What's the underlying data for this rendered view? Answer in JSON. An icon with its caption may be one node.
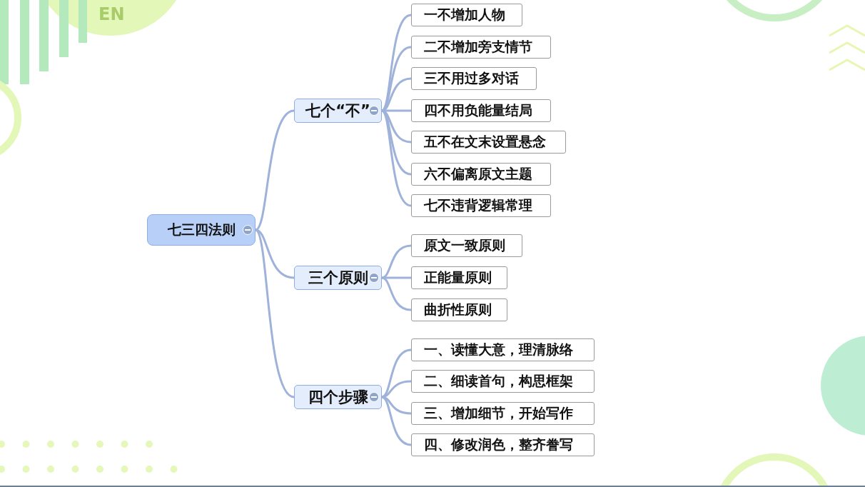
{
  "diagram": {
    "nodes": [
      {
        "text": [
          "七三四法则"
        ]
      },
      {
        "text": [
          "七个“不”"
        ]
      },
      {
        "text": [
          "一不增加人物"
        ]
      },
      {
        "text": [
          "二不增加旁支情节"
        ]
      },
      {
        "text": [
          "三不用过多对话"
        ]
      },
      {
        "text": [
          "四不用负能量结局"
        ]
      },
      {
        "text": [
          "五不在文末设置悬念"
        ]
      },
      {
        "text": [
          "六不偏离原文主题"
        ]
      },
      {
        "text": [
          "七不违背逻辑常理"
        ]
      },
      {
        "text": [
          "三个原则"
        ]
      },
      {
        "text": [
          "原文一致原则"
        ]
      },
      {
        "text": [
          "正能量原则"
        ]
      },
      {
        "text": [
          "曲折性原则"
        ]
      },
      {
        "text": [
          "四个步骤"
        ]
      },
      {
        "text": [
          "一、读懂大意，理清脉络"
        ]
      },
      {
        "text": [
          "二、细读首句，构思框架"
        ]
      },
      {
        "text": [
          "三、增加细节，开始写作"
        ]
      },
      {
        "text": [
          "四、修改润色，整齐誊写"
        ]
      }
    ],
    "edges": [
      {
        "from": 0,
        "to": 1,
        "arrow": "none"
      },
      {
        "from": 0,
        "to": 9,
        "arrow": "none"
      },
      {
        "from": 0,
        "to": 13,
        "arrow": "none"
      },
      {
        "from": 1,
        "to": 2,
        "arrow": "none"
      },
      {
        "from": 1,
        "to": 3,
        "arrow": "none"
      },
      {
        "from": 1,
        "to": 4,
        "arrow": "none"
      },
      {
        "from": 1,
        "to": 5,
        "arrow": "none"
      },
      {
        "from": 1,
        "to": 6,
        "arrow": "none"
      },
      {
        "from": 1,
        "to": 7,
        "arrow": "none"
      },
      {
        "from": 1,
        "to": 8,
        "arrow": "none"
      },
      {
        "from": 9,
        "to": 10,
        "arrow": "none"
      },
      {
        "from": 9,
        "to": 11,
        "arrow": "none"
      },
      {
        "from": 9,
        "to": 12,
        "arrow": "none"
      },
      {
        "from": 13,
        "to": 14,
        "arrow": "none"
      },
      {
        "from": 13,
        "to": 15,
        "arrow": "none"
      },
      {
        "from": 13,
        "to": 16,
        "arrow": "none"
      },
      {
        "from": 13,
        "to": 17,
        "arrow": "none"
      }
    ],
    "labels": [
      "EN"
    ]
  }
}
